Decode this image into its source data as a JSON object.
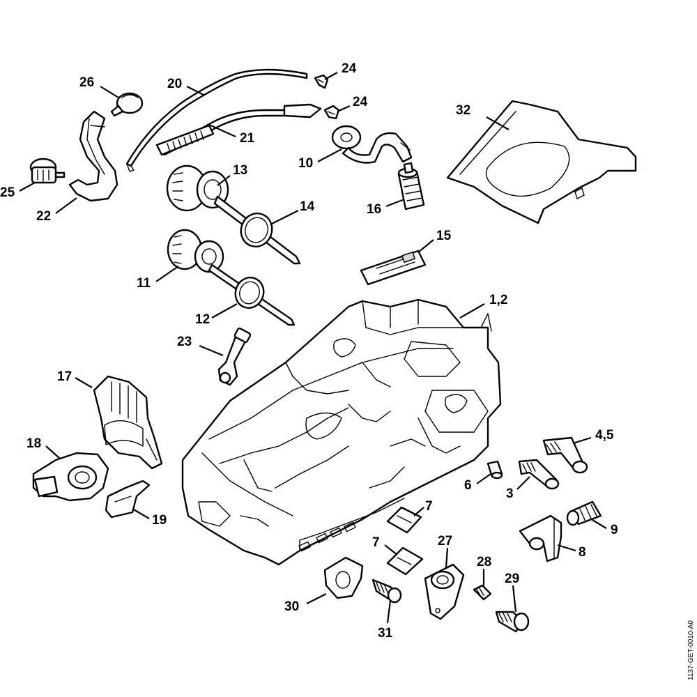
{
  "callouts": {
    "c1_2": "1,2",
    "c3": "3",
    "c4_5": "4,5",
    "c6": "6",
    "c7a": "7",
    "c7b": "7",
    "c8": "8",
    "c9": "9",
    "c10": "10",
    "c11": "11",
    "c12": "12",
    "c13": "13",
    "c14": "14",
    "c15": "15",
    "c16": "16",
    "c17": "17",
    "c18": "18",
    "c19": "19",
    "c20": "20",
    "c21": "21",
    "c22": "22",
    "c23": "23",
    "c24a": "24",
    "c24b": "24",
    "c25": "25",
    "c26": "26",
    "c27": "27",
    "c28": "28",
    "c29": "29",
    "c30": "30",
    "c31": "31",
    "c32": "32"
  },
  "document_id": "1137-GET-0010-A0"
}
